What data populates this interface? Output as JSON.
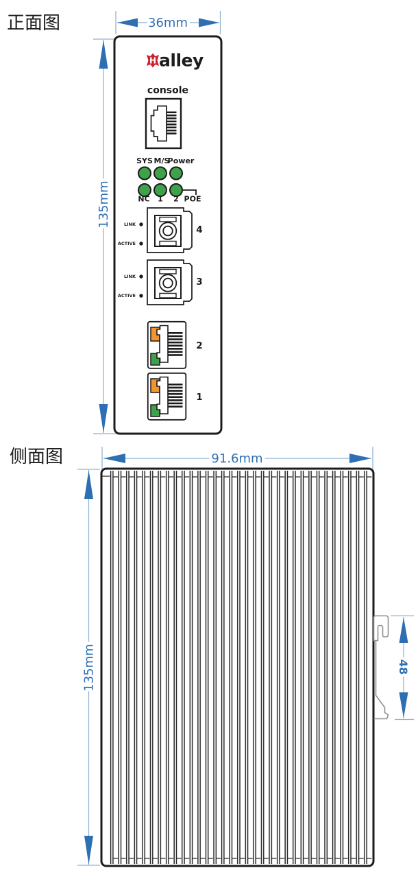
{
  "front_view": {
    "section_label": "正面图",
    "dims": {
      "width": "36mm",
      "height": "135mm"
    },
    "logo": {
      "mark_letter": "H",
      "wordmark": "alley"
    },
    "console_label": "console",
    "leds": {
      "top_labels": [
        "SYS",
        "M/S",
        "Power"
      ],
      "bottom_labels": [
        "NC",
        "1",
        "2",
        "POE"
      ]
    },
    "fiber_ports": [
      {
        "number": "4",
        "link_label": "LINK",
        "active_label": "ACTIVE"
      },
      {
        "number": "3",
        "link_label": "LINK",
        "active_label": "ACTIVE"
      }
    ],
    "lan_ports": [
      {
        "number": "2"
      },
      {
        "number": "1"
      }
    ]
  },
  "side_view": {
    "section_label": "侧面图",
    "dims": {
      "width": "91.6mm",
      "height": "135mm",
      "din_rail": "48"
    }
  },
  "colors": {
    "dimension_blue": "#2e6eb2",
    "dimension_line_blue": "#8fb0d4",
    "led_green": "#3fa24a",
    "led_orange": "#f2952f",
    "logo_red": "#cf2030",
    "outline_black": "#1b1b1b",
    "clip_gray": "#909090"
  }
}
